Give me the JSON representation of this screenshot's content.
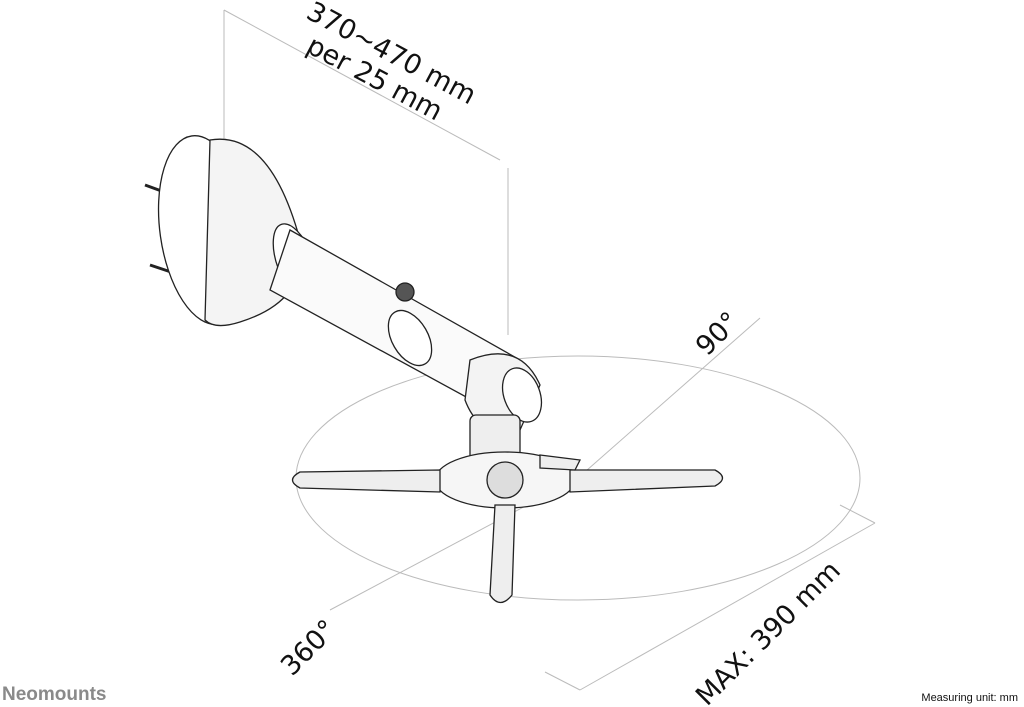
{
  "brand": "Neomounts",
  "measuring_unit_note": "Measuring unit: mm",
  "dimensions": {
    "arm_length": "370~470 mm",
    "arm_step": "per 25 mm",
    "tilt": "90°",
    "rotation": "360°",
    "max_span": "MAX: 390 mm"
  }
}
